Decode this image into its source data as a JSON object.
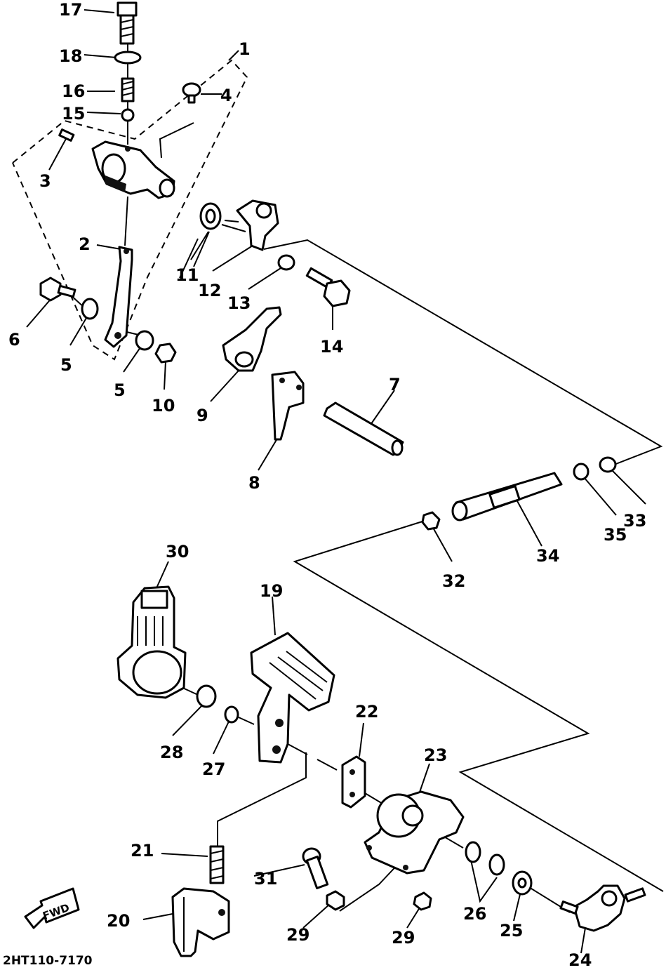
{
  "labels": {
    "l1": "1",
    "l2": "2",
    "l3": "3",
    "l4": "4",
    "l5a": "5",
    "l5b": "5",
    "l6": "6",
    "l7": "7",
    "l8": "8",
    "l9": "9",
    "l10": "10",
    "l11": "11",
    "l12": "12",
    "l13": "13",
    "l14": "14",
    "l15": "15",
    "l16": "16",
    "l17": "17",
    "l18": "18",
    "l19": "19",
    "l20": "20",
    "l21": "21",
    "l22": "22",
    "l23": "23",
    "l24": "24",
    "l25": "25",
    "l26": "26",
    "l27": "27",
    "l28": "28",
    "l29a": "29",
    "l29b": "29",
    "l30": "30",
    "l31": "31",
    "l32": "32",
    "l33": "33",
    "l34": "34",
    "l35": "35"
  },
  "fwd_label": "FWD",
  "diagram_code": "2HT110-7170"
}
